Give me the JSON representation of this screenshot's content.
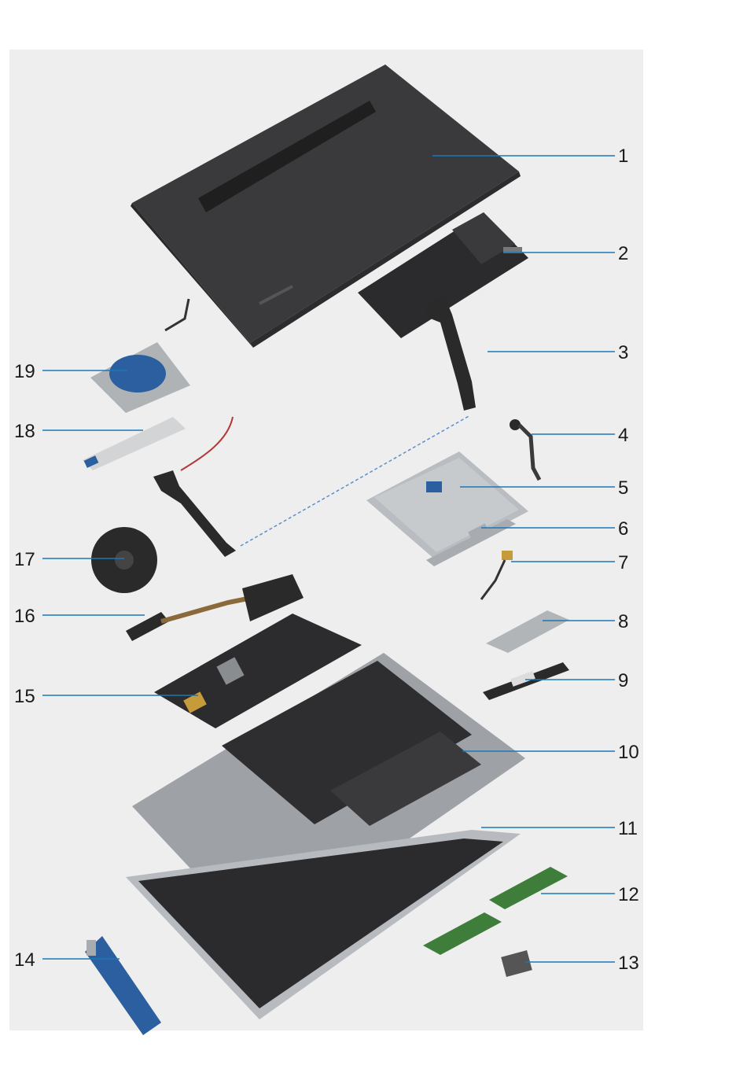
{
  "callouts": {
    "c1": "1",
    "c2": "2",
    "c3": "3",
    "c4": "4",
    "c5": "5",
    "c6": "6",
    "c7": "7",
    "c8": "8",
    "c9": "9",
    "c10": "10",
    "c11": "11",
    "c12": "12",
    "c13": "13",
    "c14": "14",
    "c15": "15",
    "c16": "16",
    "c17": "17",
    "c18": "18",
    "c19": "19"
  },
  "colors": {
    "panel_bg": "#eeeeee",
    "leader": "#1b78b6",
    "chassis": "#3b3b3d",
    "metal": "#b9bcc0",
    "pcb_green": "#3e7d3a",
    "pcb_blue": "#2b5fa0"
  }
}
